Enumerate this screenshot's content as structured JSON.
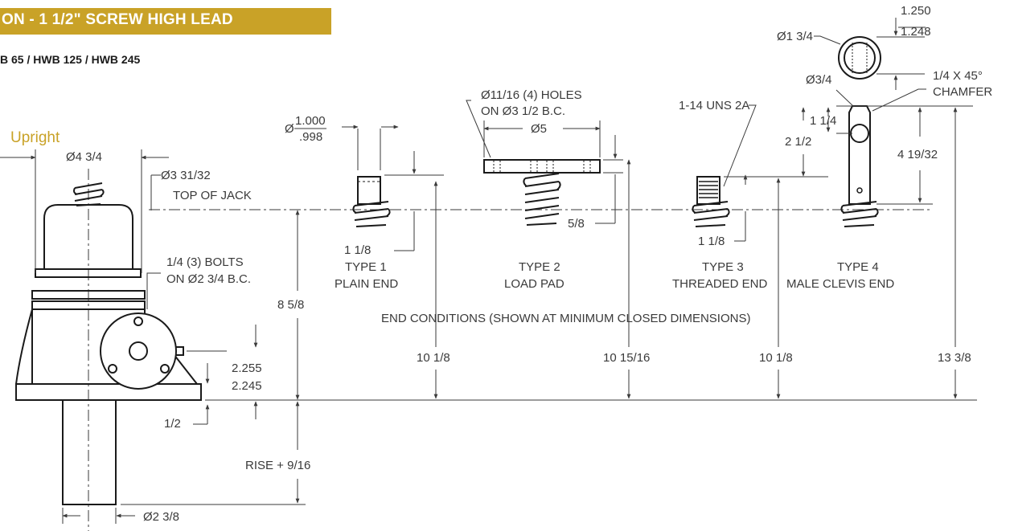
{
  "header": {
    "banner_title": "ON - 1 1/2\" SCREW HIGH LEAD",
    "models": "B 65 / HWB 125 / HWB 245",
    "view_title": "Upright"
  },
  "colors": {
    "accent": "#c9a227",
    "line": "#3a3a3a"
  },
  "jack": {
    "housing_dia": "Ø4 3/4",
    "cover_dia": "Ø3 31/32",
    "top_of_jack": "TOP OF JACK",
    "bolts_1": "1/4 (3) BOLTS",
    "bolts_2": "ON Ø2 3/4 B.C.",
    "height_8_5_8": "8 5/8",
    "shaft_dim_1": "2.255",
    "shaft_dim_2": "2.245",
    "base_offset": "1/2",
    "rise": "RISE + 9/16",
    "tube_dia": "Ø2 3/8"
  },
  "type1": {
    "dia_prefix": "Ø",
    "dia_upper": "1.000",
    "dia_lower": ".998",
    "length": "1 1/8",
    "name_1": "TYPE 1",
    "name_2": "PLAIN END",
    "height": "10 1/8"
  },
  "type2": {
    "holes_1": "Ø11/16 (4) HOLES",
    "holes_2": "ON Ø3 1/2 B.C.",
    "pad_dia": "Ø5",
    "pad_thk": "5/8",
    "name_1": "TYPE 2",
    "name_2": "LOAD PAD",
    "height": "10 15/16"
  },
  "type3": {
    "thread": "1-14 UNS 2A",
    "length": "1 1/8",
    "name_1": "TYPE 3",
    "name_2": "THREADED END",
    "height": "10 1/8"
  },
  "type4": {
    "outer_dia": "Ø1 3/4",
    "width_upper": "1.250",
    "width_lower": "1.248",
    "pin_dia": "Ø3/4",
    "chamfer_1": "1/4 X 45°",
    "chamfer_2": "CHAMFER",
    "hole_offset": "1 1/4",
    "slot_depth": "2 1/2",
    "length": "4 19/32",
    "name_1": "TYPE 4",
    "name_2": "MALE CLEVIS END",
    "height": "13 3/8"
  },
  "end_conditions": "END CONDITIONS (SHOWN AT MINIMUM CLOSED DIMENSIONS)"
}
